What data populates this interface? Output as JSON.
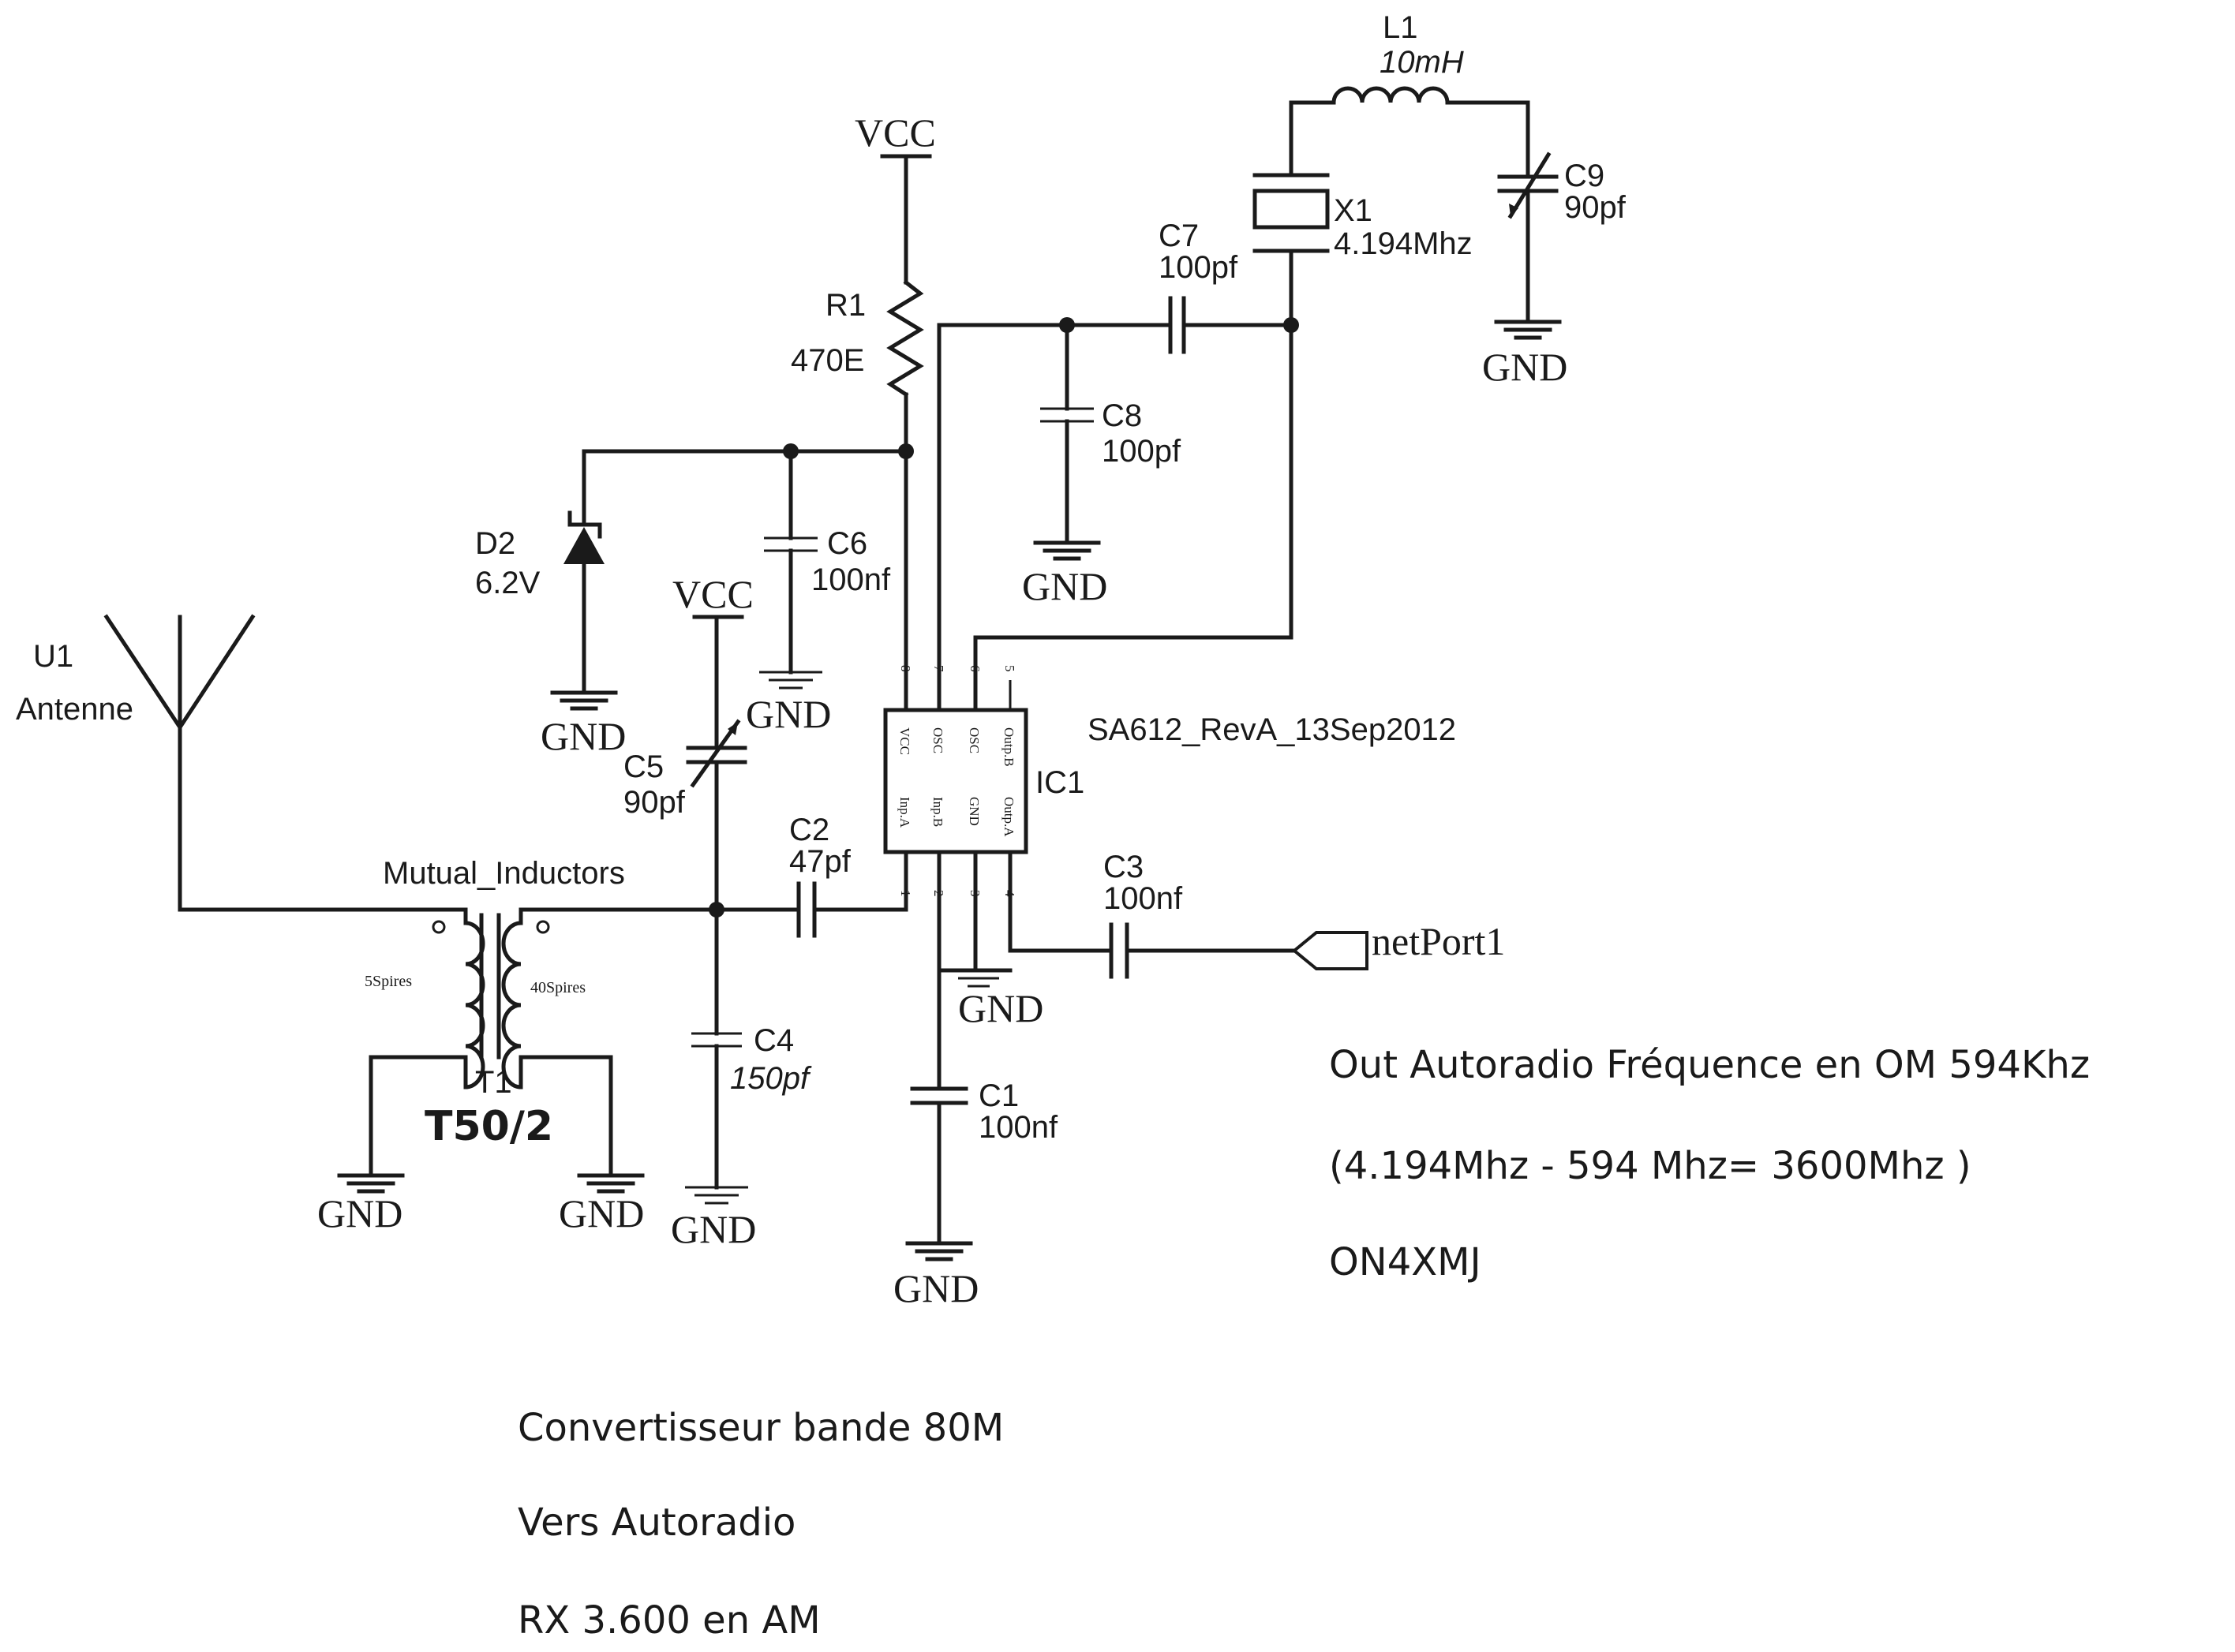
{
  "components": {
    "antenna": {
      "ref": "U1",
      "name": "Antenne"
    },
    "transformer": {
      "ref": "T1",
      "core": "T50/2",
      "group": "Mutual_Inductors",
      "primary": "5Spires",
      "secondary": "40Spires"
    },
    "r1": {
      "ref": "R1",
      "value": "470E"
    },
    "d2": {
      "ref": "D2",
      "value": "6.2V"
    },
    "c1": {
      "ref": "C1",
      "value": "100nf"
    },
    "c2": {
      "ref": "C2",
      "value": "47pf"
    },
    "c3": {
      "ref": "C3",
      "value": "100nf"
    },
    "c4": {
      "ref": "C4",
      "value": "150pf"
    },
    "c5": {
      "ref": "C5",
      "value": "90pf"
    },
    "c6": {
      "ref": "C6",
      "value": "100nf"
    },
    "c7": {
      "ref": "C7",
      "value": "100pf"
    },
    "c8": {
      "ref": "C8",
      "value": "100pf"
    },
    "c9": {
      "ref": "C9",
      "value": "90pf"
    },
    "x1": {
      "ref": "X1",
      "value": "4.194Mhz"
    },
    "l1": {
      "ref": "L1",
      "value": "10mH"
    },
    "ic1": {
      "ref": "IC1",
      "part": "SA612_RevA_13Sep2012",
      "pins_top": [
        {
          "num": "8",
          "name": "VCC"
        },
        {
          "num": "7",
          "name": "OSC"
        },
        {
          "num": "6",
          "name": "OSC"
        },
        {
          "num": "5",
          "name": "Outp.B"
        }
      ],
      "pins_bottom": [
        {
          "num": "1",
          "name": "Inp.A"
        },
        {
          "num": "2",
          "name": "Inp.B"
        },
        {
          "num": "3",
          "name": "GND"
        },
        {
          "num": "4",
          "name": "Outp.A"
        }
      ]
    },
    "port": {
      "name": "netPort1"
    }
  },
  "power": {
    "vcc": "VCC",
    "gnd": "GND"
  },
  "notes": {
    "out_line1": "Out Autoradio Fréquence en OM 594Khz",
    "out_line2": "(4.194Mhz - 594 Mhz= 3600Mhz )",
    "callsign": "ON4XMJ",
    "desc_line1": "Convertisseur bande 80M",
    "desc_line2": "Vers Autoradio",
    "desc_line3": "RX 3.600 en AM"
  }
}
